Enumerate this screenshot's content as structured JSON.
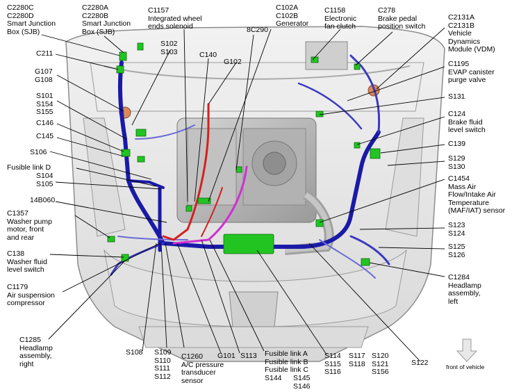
{
  "labels": {
    "c2280c": [
      "C2280C",
      "C2280D",
      "Smart Junction",
      "Box (SJB)"
    ],
    "c2280a": [
      "C2280A",
      "C2280B",
      "Smart Junction",
      "Box (SJB)"
    ],
    "c1157": [
      "C1157",
      "Integrated wheel",
      "ends solenoid"
    ],
    "c102a": [
      "C102A",
      "C102B",
      "Generator"
    ],
    "c1158": [
      "C1158",
      "Electronic",
      "fan clutch"
    ],
    "c278": [
      "C278",
      "Brake pedal",
      "position switch"
    ],
    "c2131": [
      "C2131A",
      "C2131B",
      "Vehicle",
      "Dynamics",
      "Module (VDM)"
    ],
    "c211": [
      "C211"
    ],
    "s102": [
      "S102",
      "S103"
    ],
    "c140": [
      "C140"
    ],
    "g102": [
      "G102"
    ],
    "c8c290": [
      "8C290"
    ],
    "g107": [
      "G107",
      "G108"
    ],
    "s101": [
      "S101",
      "S154",
      "S155"
    ],
    "c146": [
      "C146"
    ],
    "c145": [
      "C145"
    ],
    "s106": [
      "S106"
    ],
    "fusible_d": [
      "Fusible link D"
    ],
    "s104": [
      "S104",
      "S105"
    ],
    "c14b060": [
      "14B060"
    ],
    "c1357": [
      "C1357",
      "Washer pump",
      "motor, front",
      "and rear"
    ],
    "c138": [
      "C138",
      "Washer fluid",
      "level switch"
    ],
    "c1179": [
      "C1179",
      "Air suspension",
      "compressor"
    ],
    "c1285": [
      "C1285",
      "Headlamp",
      "assembly,",
      "right"
    ],
    "c1195": [
      "C1195",
      "EVAP canister",
      "purge valve"
    ],
    "s131": [
      "S131"
    ],
    "c124": [
      "C124",
      "Brake fluid",
      "level switch"
    ],
    "c139": [
      "C139"
    ],
    "s129": [
      "S129",
      "S130"
    ],
    "c1454": [
      "C1454",
      "Mass Air",
      "Flow/Intake Air",
      "Temperature",
      "(MAF/IAT) sensor"
    ],
    "s123": [
      "S123",
      "S124"
    ],
    "s125": [
      "S125",
      "S126"
    ],
    "c1284": [
      "C1284",
      "Headlamp",
      "assembly,",
      "left"
    ],
    "s108": [
      "S108"
    ],
    "s109": [
      "S109",
      "S110",
      "S111",
      "S112"
    ],
    "c1260": [
      "C1260",
      "A/C pressure",
      "transducer",
      "sensor"
    ],
    "g101": [
      "G101"
    ],
    "s113": [
      "S113"
    ],
    "fusible_abc": [
      "Fusible link A",
      "Fusible link B",
      "Fusible link C"
    ],
    "s144": [
      "S144"
    ],
    "s145": [
      "S145",
      "S146"
    ],
    "s114": [
      "S114",
      "S115",
      "S116"
    ],
    "s117": [
      "S117",
      "S118"
    ],
    "s120": [
      "S120",
      "S121",
      "S156"
    ],
    "s122": [
      "S122"
    ],
    "front": [
      "front of vehicle"
    ]
  },
  "colors": {
    "harness_blue": "#1a1aa8",
    "harness_light": "#6a6ad6",
    "battery_red": "#d42020",
    "magenta": "#d030d0",
    "connector_green": "#22c422",
    "ground_orange": "#d9895a",
    "engine_gray": "#b8b8b8",
    "body_gray": "#e6e6e6"
  }
}
